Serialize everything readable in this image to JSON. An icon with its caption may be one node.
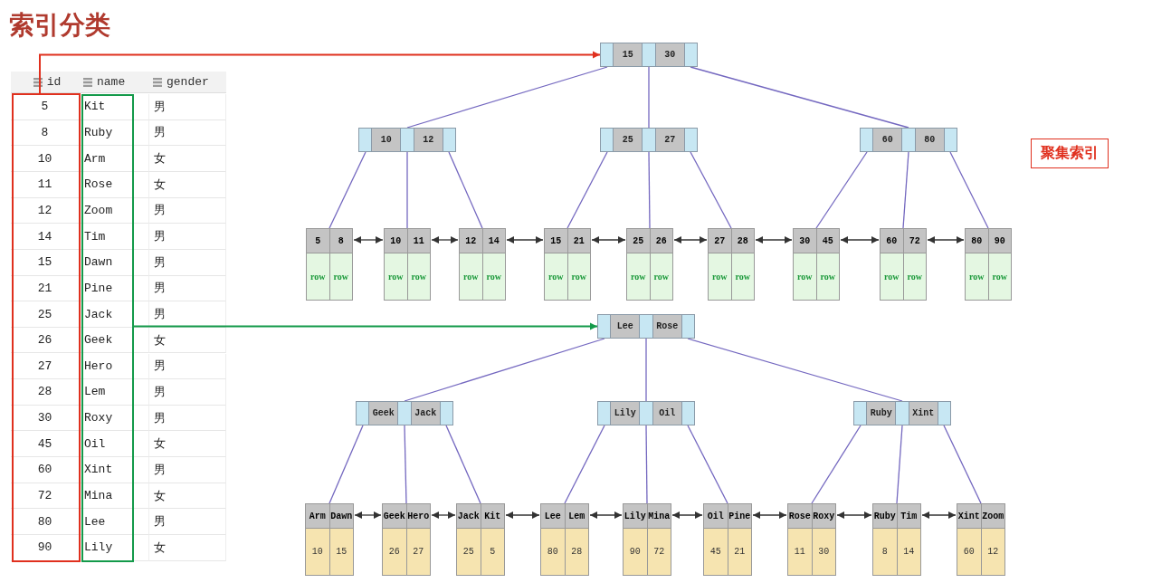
{
  "diagram": {
    "title": "索引分类",
    "nodes": [
      {
        "text": [],
        "shape": "box"
      },
      {
        "text": [],
        "shape": "box"
      },
      {
        "text": [
          "15",
          "30"
        ]
      },
      {
        "text": [
          "10",
          "12"
        ]
      },
      {
        "text": [
          "25",
          "27"
        ]
      },
      {
        "text": [
          "60",
          "80"
        ]
      },
      {
        "text": [
          "5",
          "8",
          "row",
          "row"
        ]
      },
      {
        "text": [
          "10",
          "11",
          "row",
          "row"
        ]
      },
      {
        "text": [
          "12",
          "14",
          "row",
          "row"
        ]
      },
      {
        "text": [
          "15",
          "21",
          "row",
          "row"
        ]
      },
      {
        "text": [
          "25",
          "26",
          "row",
          "row"
        ]
      },
      {
        "text": [
          "27",
          "28",
          "row",
          "row"
        ]
      },
      {
        "text": [
          "30",
          "45",
          "row",
          "row"
        ]
      },
      {
        "text": [
          "60",
          "72",
          "row",
          "row"
        ]
      },
      {
        "text": [
          "80",
          "90",
          "row",
          "row"
        ]
      },
      {
        "text": [
          "聚集索引"
        ]
      },
      {
        "text": [
          "Lee",
          "Rose"
        ]
      },
      {
        "text": [
          "Geek",
          "Jack"
        ]
      },
      {
        "text": [
          "Lily",
          "Oil"
        ]
      },
      {
        "text": [
          "Ruby",
          "Xint"
        ]
      },
      {
        "text": [
          "Arm",
          "Dawn",
          "10",
          "15"
        ]
      },
      {
        "text": [
          "Geek",
          "Hero",
          "26",
          "27"
        ]
      },
      {
        "text": [
          "Jack",
          "Kit",
          "25",
          "5"
        ]
      },
      {
        "text": [
          "Lee",
          "Lem",
          "80",
          "28"
        ]
      },
      {
        "text": [
          "Lily",
          "Mina",
          "90",
          "72"
        ]
      },
      {
        "text": [
          "Oil",
          "Pine",
          "45",
          "21"
        ]
      },
      {
        "text": [
          "Rose",
          "Roxy",
          "11",
          "30"
        ]
      },
      {
        "text": [
          "Ruby",
          "Tim",
          "8",
          "14"
        ]
      },
      {
        "text": [
          "Xint",
          "Zoom",
          "60",
          "12"
        ]
      }
    ],
    "edges": [
      {
        "from": 0,
        "to": 2,
        "arrow": "to",
        "color": "#e0301e"
      },
      {
        "from": 1,
        "to": 16,
        "arrow": "to",
        "color": "#149a4a"
      },
      {
        "from": 2,
        "to": 3,
        "arrow": "none"
      },
      {
        "from": 2,
        "to": 4,
        "arrow": "none"
      },
      {
        "from": 2,
        "to": 5,
        "arrow": "none"
      },
      {
        "from": 3,
        "to": 6,
        "arrow": "none"
      },
      {
        "from": 3,
        "to": 7,
        "arrow": "none"
      },
      {
        "from": 3,
        "to": 8,
        "arrow": "none"
      },
      {
        "from": 4,
        "to": 9,
        "arrow": "none"
      },
      {
        "from": 4,
        "to": 10,
        "arrow": "none"
      },
      {
        "from": 4,
        "to": 11,
        "arrow": "none"
      },
      {
        "from": 5,
        "to": 12,
        "arrow": "none"
      },
      {
        "from": 5,
        "to": 13,
        "arrow": "none"
      },
      {
        "from": 5,
        "to": 14,
        "arrow": "none"
      },
      {
        "from": 6,
        "to": 7,
        "arrow": "both",
        "color": "#333333"
      },
      {
        "from": 7,
        "to": 8,
        "arrow": "both",
        "color": "#333333"
      },
      {
        "from": 8,
        "to": 9,
        "arrow": "both",
        "color": "#333333"
      },
      {
        "from": 9,
        "to": 10,
        "arrow": "both",
        "color": "#333333"
      },
      {
        "from": 10,
        "to": 11,
        "arrow": "both",
        "color": "#333333"
      },
      {
        "from": 11,
        "to": 12,
        "arrow": "both",
        "color": "#333333"
      },
      {
        "from": 12,
        "to": 13,
        "arrow": "both",
        "color": "#333333"
      },
      {
        "from": 13,
        "to": 14,
        "arrow": "both",
        "color": "#333333"
      },
      {
        "from": 16,
        "to": 17,
        "arrow": "none"
      },
      {
        "from": 16,
        "to": 18,
        "arrow": "none"
      },
      {
        "from": 16,
        "to": 19,
        "arrow": "none"
      },
      {
        "from": 17,
        "to": 20,
        "arrow": "none"
      },
      {
        "from": 17,
        "to": 21,
        "arrow": "none"
      },
      {
        "from": 17,
        "to": 22,
        "arrow": "none"
      },
      {
        "from": 18,
        "to": 23,
        "arrow": "none"
      },
      {
        "from": 18,
        "to": 24,
        "arrow": "none"
      },
      {
        "from": 18,
        "to": 25,
        "arrow": "none"
      },
      {
        "from": 19,
        "to": 26,
        "arrow": "none"
      },
      {
        "from": 19,
        "to": 27,
        "arrow": "none"
      },
      {
        "from": 19,
        "to": 28,
        "arrow": "none"
      },
      {
        "from": 20,
        "to": 21,
        "arrow": "both",
        "color": "#333333"
      },
      {
        "from": 21,
        "to": 22,
        "arrow": "both",
        "color": "#333333"
      },
      {
        "from": 22,
        "to": 23,
        "arrow": "both",
        "color": "#333333"
      },
      {
        "from": 23,
        "to": 24,
        "arrow": "both",
        "color": "#333333"
      },
      {
        "from": 24,
        "to": 25,
        "arrow": "both",
        "color": "#333333"
      },
      {
        "from": 25,
        "to": 26,
        "arrow": "both",
        "color": "#333333"
      },
      {
        "from": 26,
        "to": 27,
        "arrow": "both",
        "color": "#333333"
      },
      {
        "from": 27,
        "to": 28,
        "arrow": "both",
        "color": "#333333"
      }
    ],
    "labels": [
      "id",
      "name",
      "gender",
      "5",
      "Kit",
      "男",
      "8",
      "Ruby",
      "男",
      "10",
      "Arm",
      "女",
      "11",
      "Rose",
      "女",
      "12",
      "Zoom",
      "男",
      "14",
      "Tim",
      "男",
      "15",
      "Dawn",
      "男",
      "21",
      "Pine",
      "男",
      "25",
      "Jack",
      "男",
      "26",
      "Geek",
      "女",
      "27",
      "Hero",
      "男",
      "28",
      "Lem",
      "男",
      "30",
      "Roxy",
      "男",
      "45",
      "Oil",
      "女",
      "60",
      "Xint",
      "男",
      "72",
      "Mina",
      "女",
      "80",
      "Lee",
      "男",
      "90",
      "Lily",
      "女"
    ]
  }
}
